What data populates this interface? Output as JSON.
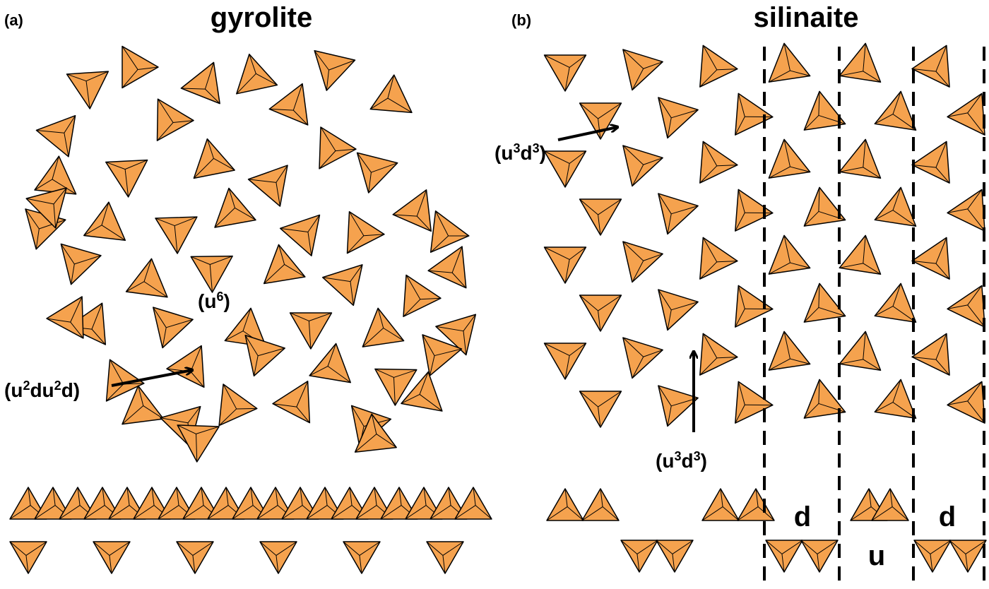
{
  "panels": [
    {
      "id": "a",
      "tag": "(a)",
      "title": "gyrolite",
      "annotations": [
        {
          "text": "(u",
          "sup": "6",
          "tail": ")"
        },
        {
          "text": "(u",
          "sup": "2",
          "mid": "du",
          "sup2": "2",
          "tail": "d)"
        }
      ]
    },
    {
      "id": "b",
      "tag": "(b)",
      "title": "silinaite",
      "annotations": [
        {
          "text": "(u",
          "sup": "3",
          "mid": "d",
          "sup2": "3",
          "tail": ")"
        },
        {
          "text": "(u",
          "sup": "3",
          "mid": "d",
          "sup2": "3",
          "tail": ")"
        }
      ],
      "side_labels": [
        "d",
        "u",
        "d"
      ]
    }
  ],
  "colors": {
    "tetrahedron_fill": "#f5a24e",
    "tetrahedron_dark": "#e08a30",
    "edge": "#000000"
  }
}
